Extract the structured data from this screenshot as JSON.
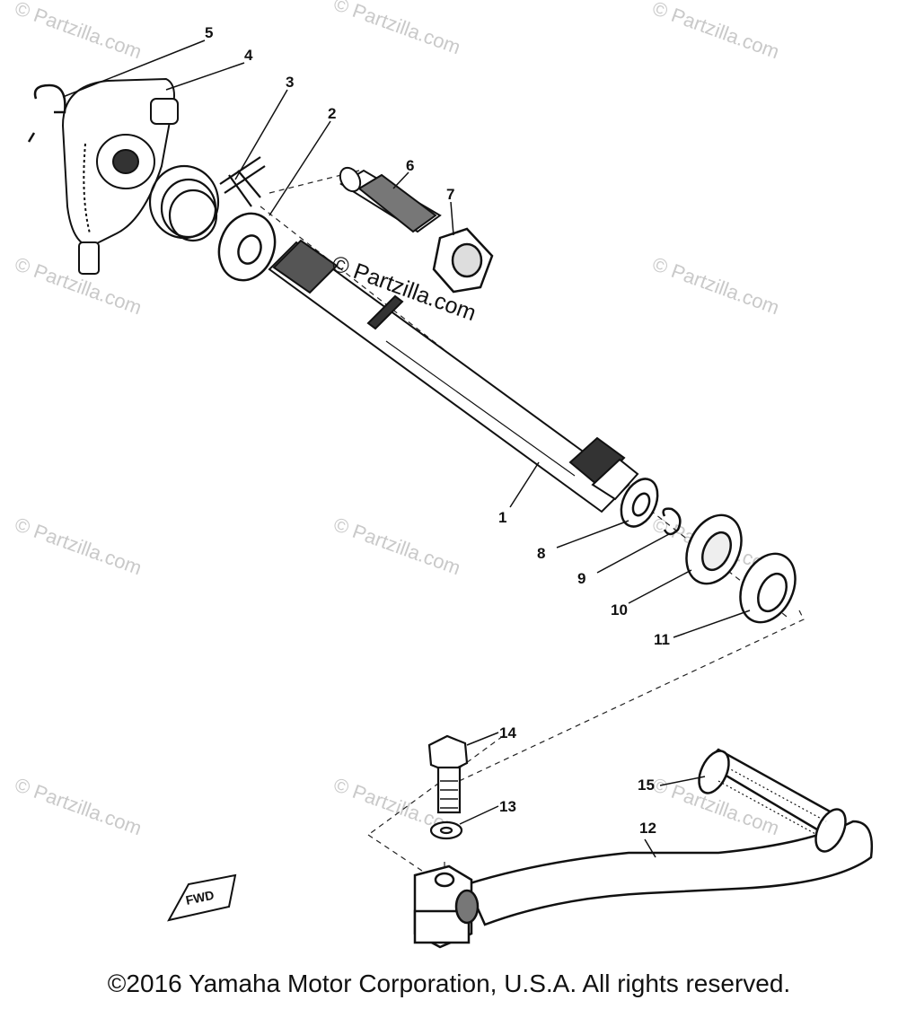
{
  "watermark": "© Partzilla.com",
  "center_watermark": "© Partzilla.com",
  "fwd_mark": "FWD",
  "copyright": "©2016 Yamaha Motor Corporation, U.S.A. All rights reserved.",
  "callouts": [
    "1",
    "2",
    "3",
    "4",
    "5",
    "6",
    "7",
    "8",
    "9",
    "10",
    "11",
    "12",
    "13",
    "14",
    "15"
  ]
}
